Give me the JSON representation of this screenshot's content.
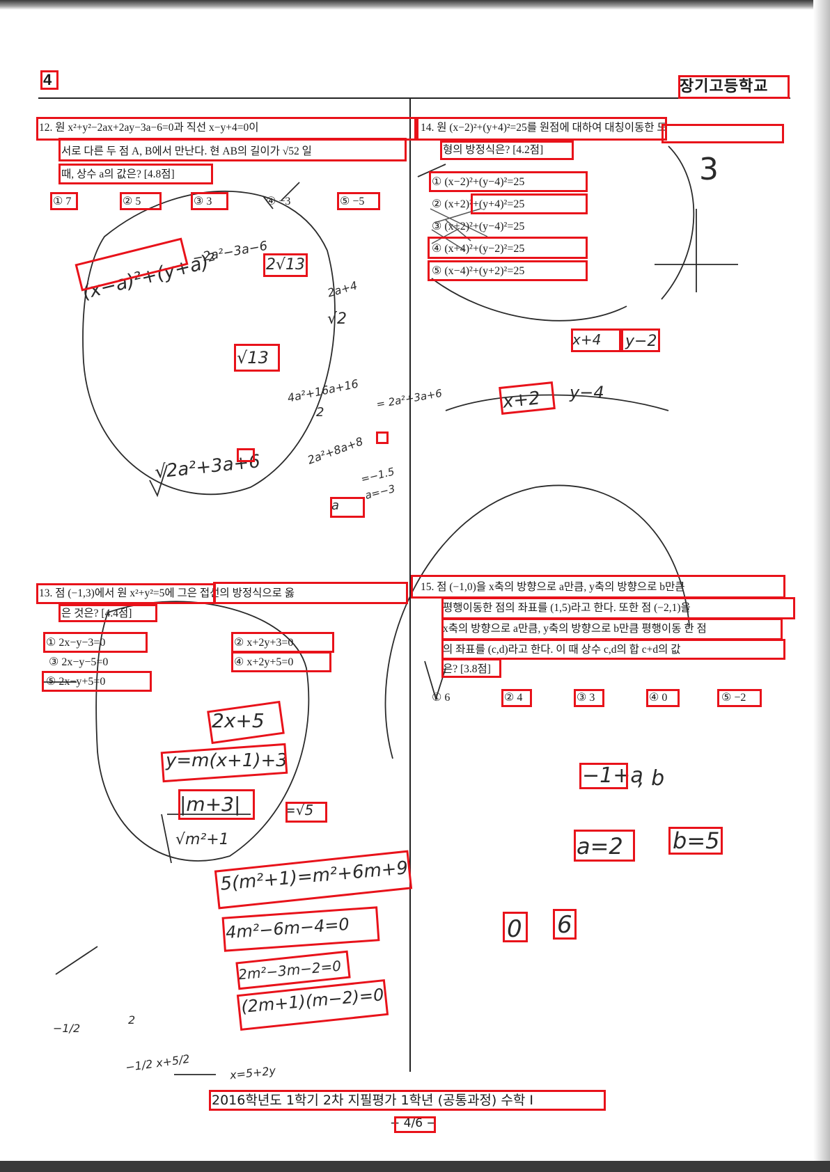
{
  "header": {
    "page_number": "4",
    "school": "장기고등학교"
  },
  "q12": {
    "line1": "12. 원 x²+y²−2ax+2ay−3a−6=0과 직선 x−y+4=0이",
    "line2": "서로 다른 두 점 A, B에서 만난다. 현 AB의 길이가 √52 일",
    "line3": "때, 상수 a의 값은? [4.8점]",
    "options": [
      "① 7",
      "② 5",
      "③ 3",
      "④ −3",
      "⑤ −5"
    ]
  },
  "q13": {
    "line1": "13. 점 (−1,3)에서 원 x²+y²=5에 그은 접선의 방정식으로 옳",
    "line2": "은 것은? [4.4점]",
    "options": [
      "① 2x−y−3=0",
      "② x+2y+3=0",
      "③ 2x−y−5=0",
      "④ x+2y+5=0",
      "⑤ 2x−y+5=0"
    ]
  },
  "q14": {
    "line1": "14. 원 (x−2)²+(y+4)²=25를 원점에 대하여 대칭이동한 도",
    "line2": "형의 방정식은? [4.2점]",
    "options": [
      "① (x−2)²+(y−4)²=25",
      "② (x+2)²+(y+4)²=25",
      "③ (x+2)²+(y−4)²=25",
      "④ (x+4)²+(y−2)²=25",
      "⑤ (x−4)²+(y+2)²=25"
    ]
  },
  "q15": {
    "line1": "15. 점 (−1,0)을 x축의 방향으로 a만큼, y축의 방향으로 b만큼",
    "line2": "평행이동한 점의 좌표를 (1,5)라고 한다. 또한 점 (−2,1)을",
    "line3": "x축의 방향으로 a만큼, y축의 방향으로 b만큼 평행이동 한 점",
    "line4": "의 좌표를 (c,d)라고 한다. 이 때 상수 c,d의 합 c+d의 값",
    "line5": "은? [3.8점]",
    "options": [
      "① 6",
      "② 4",
      "③ 3",
      "④ 0",
      "⑤ −2"
    ]
  },
  "handwriting": {
    "q12_work": [
      "(x−a)²+(y+a)²",
      "−2a²−3a−6",
      "2√13",
      "2a+4",
      "√2",
      "√13",
      "4a²+16a+16",
      "2",
      "√2a²+3a+6",
      "= 2a²+3a+6",
      "2a²+8a+8",
      "=−1.5",
      "a=−3",
      "a"
    ],
    "q13_work": [
      "2x+5",
      "y=m(x+1)+3",
      "|m+3|",
      "√m²+1",
      "=√5",
      "5(m²+1)=m²+6m+9",
      "4m²−6m−4=0",
      "2m²−3m−2=0",
      "(2m+1)(m−2)=0",
      "−1/2",
      "2",
      "−1/2 x+5/2",
      "x=5+2y"
    ],
    "q14_work": [
      "3",
      "x+4",
      "y−2",
      "x+2",
      "y−4"
    ],
    "q15_work": [
      "−1+a",
      ", b",
      "a=2",
      "b=5",
      "0",
      "6"
    ]
  },
  "footer": {
    "exam_title": "2016학년도 1학기 2차 지필평가 1학년 (공통과정) 수학 Ⅰ",
    "page_indicator": "− 4/6 −"
  }
}
